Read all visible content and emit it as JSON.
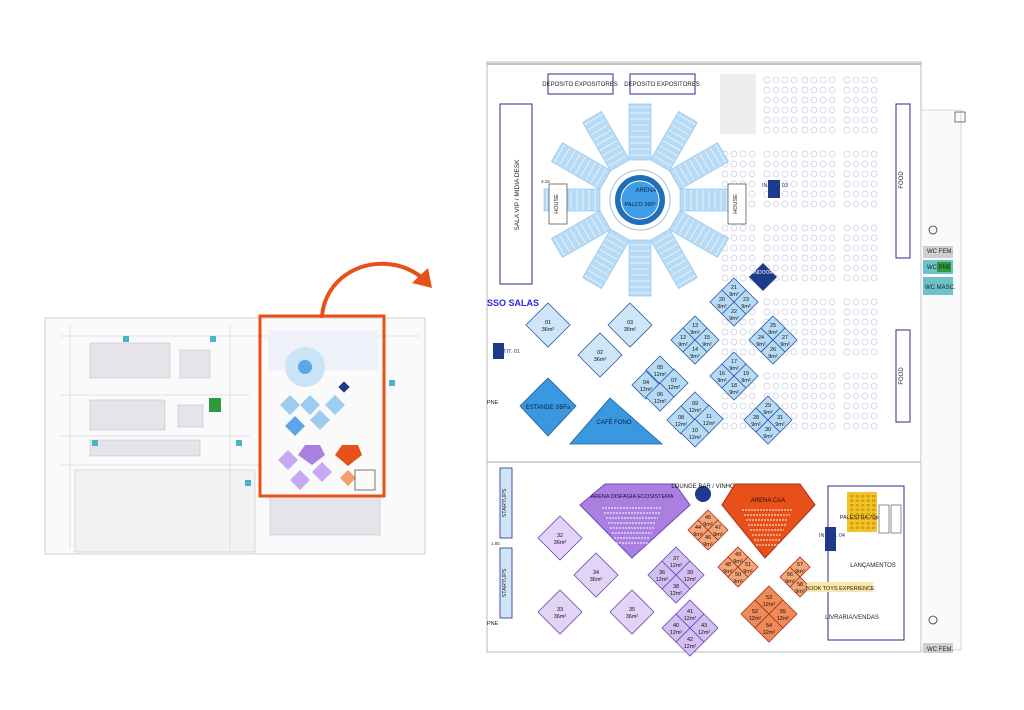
{
  "colors": {
    "orange": "#e8501a",
    "purple": "#a97fe0",
    "purple_dark": "#8a56d4",
    "blue": "#5aa6e6",
    "blue_light": "#b8dbf5",
    "navy": "#1e3a8a",
    "wall": "#2a2a8c",
    "green": "#2e9b3a",
    "yellow": "#f2c230"
  },
  "overview": {
    "arrow_icon": "curved-arrow-right"
  },
  "labels": {
    "deposito_1": "DEPOSITO EXPOSITORES",
    "deposito_2": "DEPOSITO EXPOSITORES",
    "sala_vip": "SALA VIP / MIDIA DESK",
    "arena": "ARENA",
    "palco": "PALCO 360º",
    "house_left": "HOUSE",
    "house_right": "HOUSE",
    "inst_03": "INSTIT. 03",
    "food_top": "FOOD",
    "food_bottom": "FOOD",
    "wc_fem": "WC FEM.",
    "wc_pne": "WC PNE",
    "wc_masc": "WC MASC.",
    "wc_fem_bottom": "WC FEM.",
    "sso_salas": "SSO SALAS",
    "inst_01": "INSTIT. 01",
    "pne_top": "PNE",
    "pne_bottom": "PNE",
    "estande_sbfa": "ESTANDE SBFa",
    "cafe_fono": "CAFÉ FONO",
    "indoor": "INDOOR",
    "lounge": "LOUNGE BAR / VINHOS",
    "arena_disfagia": "ARENA DISFAGIA ECOSISTEMA",
    "arena_caa": "ARENA CAA",
    "palestra": "PALESTRA 70pax",
    "inst_04": "INSTIT. 04",
    "lancamentos": "LANÇAMENTOS",
    "book_toys": "BOOK TOYS EXPERIENCE",
    "livraria": "LIVRARIA/VENDAS",
    "startups_1": "STARTUPS",
    "startups_2": "STARTUPS",
    "dim_1": "3.15",
    "dim_2": "1.85"
  },
  "booths_large": [
    {
      "num": "01",
      "area": "36m²"
    },
    {
      "num": "02",
      "area": "36m²"
    },
    {
      "num": "03",
      "area": "36m²"
    }
  ],
  "booths_small_blue": [
    {
      "num": "04",
      "area": "12m²"
    },
    {
      "num": "05",
      "area": "12m²"
    },
    {
      "num": "06",
      "area": "12m²"
    },
    {
      "num": "07",
      "area": "12m²"
    },
    {
      "num": "08",
      "area": "12m²"
    },
    {
      "num": "09",
      "area": "12m²"
    },
    {
      "num": "10",
      "area": "12m²"
    },
    {
      "num": "11",
      "area": "12m²"
    },
    {
      "num": "12",
      "area": "9m²"
    },
    {
      "num": "13",
      "area": "9m²"
    },
    {
      "num": "14",
      "area": "9m²"
    },
    {
      "num": "15",
      "area": "9m²"
    },
    {
      "num": "16",
      "area": "9m²"
    },
    {
      "num": "17",
      "area": "9m²"
    },
    {
      "num": "18",
      "area": "9m²"
    },
    {
      "num": "19",
      "area": "9m²"
    },
    {
      "num": "20",
      "area": "9m²"
    },
    {
      "num": "21",
      "area": "9m²"
    },
    {
      "num": "22",
      "area": "9m²"
    },
    {
      "num": "23",
      "area": "9m²"
    },
    {
      "num": "24",
      "area": "9m²"
    },
    {
      "num": "25",
      "area": "9m²"
    },
    {
      "num": "26",
      "area": "9m²"
    },
    {
      "num": "27",
      "area": "9m²"
    },
    {
      "num": "28",
      "area": "9m²"
    },
    {
      "num": "29",
      "area": "9m²"
    },
    {
      "num": "30",
      "area": "9m²"
    },
    {
      "num": "31",
      "area": "9m²"
    }
  ],
  "booths_purple": [
    {
      "num": "32",
      "area": "36m²"
    },
    {
      "num": "33",
      "area": "36m²"
    },
    {
      "num": "34",
      "area": "36m²"
    },
    {
      "num": "35",
      "area": "36m²"
    },
    {
      "num": "36",
      "area": "12m²"
    },
    {
      "num": "37",
      "area": "12m²"
    },
    {
      "num": "38",
      "area": "12m²"
    },
    {
      "num": "39",
      "area": "12m²"
    },
    {
      "num": "40",
      "area": "12m²"
    },
    {
      "num": "41",
      "area": "12m²"
    },
    {
      "num": "42",
      "area": "12m²"
    },
    {
      "num": "43",
      "area": "12m²"
    }
  ],
  "booths_orange": [
    {
      "num": "44",
      "area": "9m²"
    },
    {
      "num": "45",
      "area": "9m²"
    },
    {
      "num": "46",
      "area": "9m²"
    },
    {
      "num": "47",
      "area": "9m²"
    },
    {
      "num": "48",
      "area": "9m²"
    },
    {
      "num": "49",
      "area": "9m²"
    },
    {
      "num": "50",
      "area": "9m²"
    },
    {
      "num": "51",
      "area": "9m²"
    },
    {
      "num": "52",
      "area": "12m²"
    },
    {
      "num": "53",
      "area": "12m²"
    },
    {
      "num": "54",
      "area": "12m²"
    },
    {
      "num": "55",
      "area": "12m²"
    },
    {
      "num": "56",
      "area": "9m²"
    },
    {
      "num": "57",
      "area": "9m²"
    },
    {
      "num": "58",
      "area": "9m²"
    }
  ]
}
